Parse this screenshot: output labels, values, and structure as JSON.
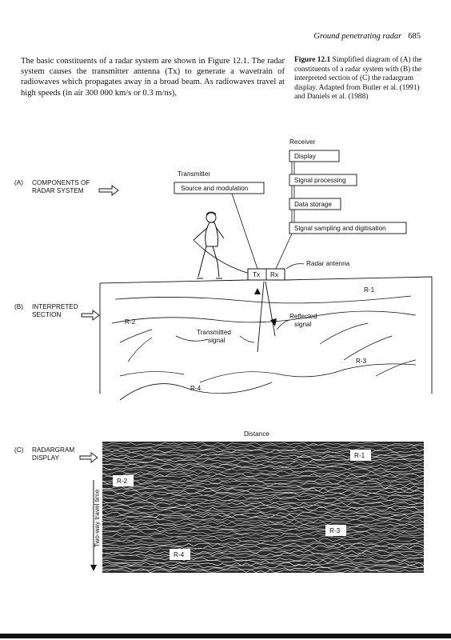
{
  "page": {
    "running_head": "Ground penetrating radar",
    "page_number": "685"
  },
  "body_text": "The basic constituents of a radar system are shown in Figure 12.1. The radar system causes the transmitter antenna (Tx) to generate a wavetrain of radiowaves which propagates away in a broad beam. As radiowaves travel at high speeds (in air 300 000 km/s or 0.3 m/ns),",
  "caption": {
    "label": "Figure 12.1",
    "text": " Simplified diagram of (A) the constituents of a radar system with (B) the interpreted section of (C) the radargram display. Adapted from Butler et al. (1991) and Daniels et al. (1988)"
  },
  "figure": {
    "panel_a": {
      "label": "(A)",
      "text1": "COMPONENTS OF",
      "text2": "RADAR SYSTEM"
    },
    "panel_b": {
      "label": "(B)",
      "text1": "INTERPRETED",
      "text2": "SECTION"
    },
    "panel_c": {
      "label": "(C)",
      "text1": "RADARGRAM",
      "text2": "DISPLAY"
    },
    "receiver": "Receiver",
    "display_box": "Display",
    "signal_processing": "Signal processing",
    "data_storage": "Data storage",
    "sampling": "Signal sampling and digitisation",
    "transmitter": "Transmitter",
    "source_box": "Source and modulation",
    "tx": "Tx",
    "rx": "Rx",
    "radar_antenna": "Radar antenna",
    "reflectors": [
      "R-1",
      "R-2",
      "R-3",
      "R-4"
    ],
    "transmitted_1": "Transmitted",
    "transmitted_2": "signal",
    "reflected_1": "Reflected",
    "reflected_2": "signal",
    "distance": "Distance",
    "twt": "Two-way travel time",
    "radargram_labels": [
      "R-1",
      "R-2",
      "R-3",
      "R-4"
    ]
  }
}
